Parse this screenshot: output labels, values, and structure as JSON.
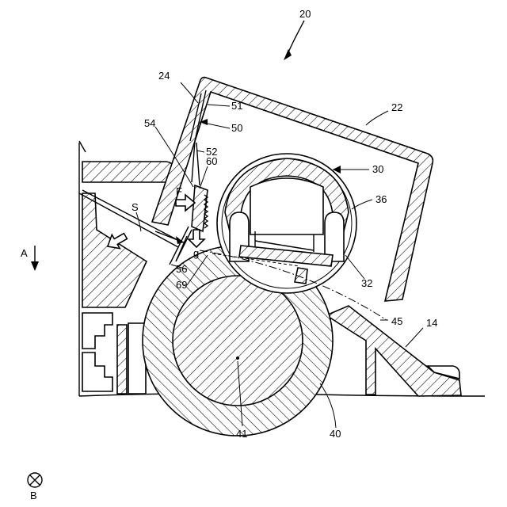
{
  "labels": {
    "n20": "20",
    "n22": "22",
    "n24": "24",
    "n51": "51",
    "n50": "50",
    "n54": "54",
    "n52": "52",
    "n60": "60",
    "n30": "30",
    "nF": "F",
    "nS": "S",
    "n36": "36",
    "nA": "A",
    "ng": "g",
    "n56": "56",
    "n69": "69",
    "n32": "32",
    "n45": "45",
    "n14": "14",
    "n41": "41",
    "n40": "40",
    "nB": "B"
  }
}
